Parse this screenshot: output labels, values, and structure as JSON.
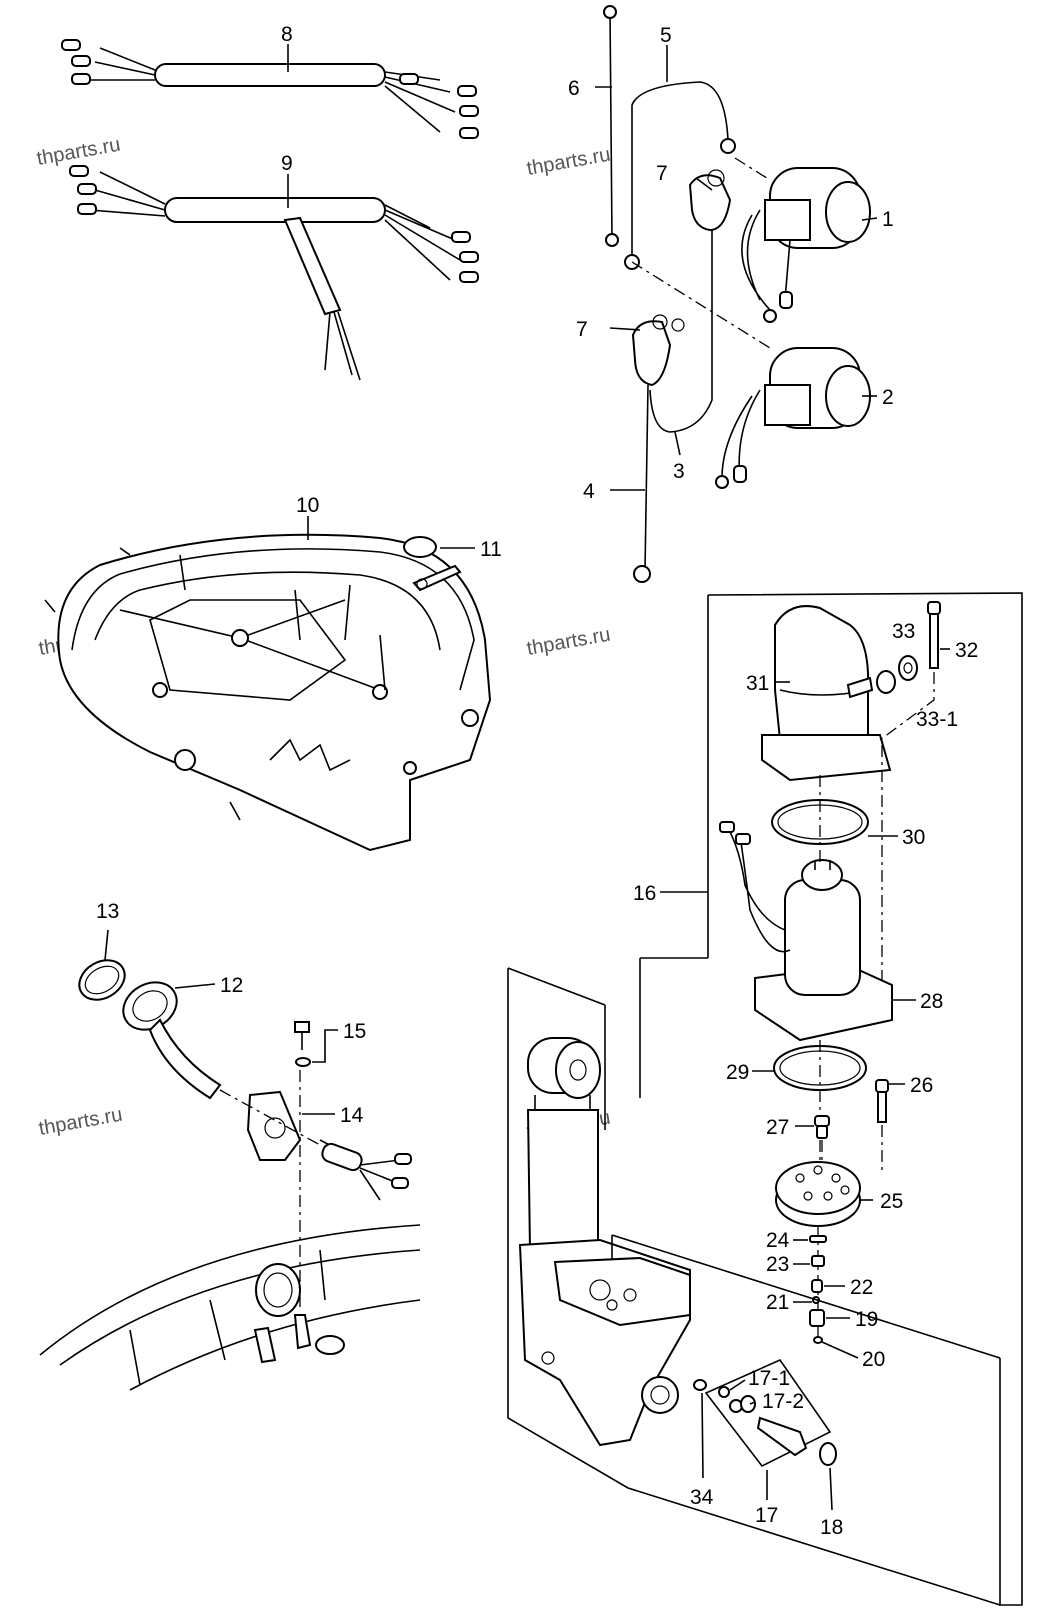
{
  "diagram": {
    "watermark": "thparts.ru",
    "callouts": [
      "1",
      "2",
      "3",
      "4",
      "5",
      "6",
      "7",
      "8",
      "9",
      "10",
      "11",
      "12",
      "13",
      "14",
      "15",
      "16",
      "17",
      "17-1",
      "17-2",
      "18",
      "19",
      "20",
      "21",
      "22",
      "23",
      "24",
      "25",
      "26",
      "27",
      "28",
      "29",
      "30",
      "31",
      "32",
      "33",
      "33-1",
      "34"
    ]
  }
}
